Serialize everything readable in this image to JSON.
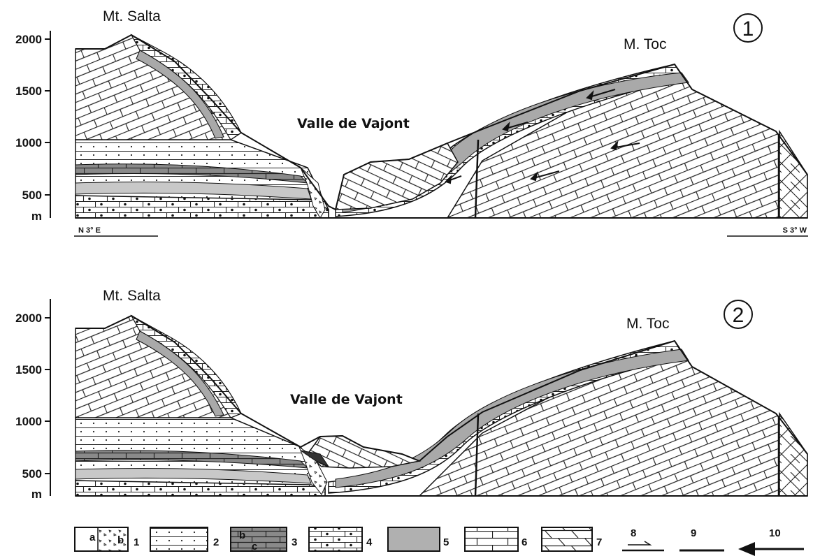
{
  "sections": [
    {
      "panel_number": "1",
      "left_peak": "Mt. Salta",
      "right_peak": "M. Toc",
      "valley": "Valle de Vajont",
      "y_ticks": [
        "2000",
        "1500",
        "1000",
        "500"
      ],
      "y_unit": "m",
      "left_orientation": "N 3° E",
      "right_orientation": "S 3° W"
    },
    {
      "panel_number": "2",
      "left_peak": "Mt. Salta",
      "right_peak": "M. Toc",
      "valley": "Valle de Vajont",
      "y_ticks": [
        "2000",
        "1500",
        "1000",
        "500"
      ],
      "y_unit": "m"
    }
  ],
  "legend": [
    {
      "number": "1",
      "letters": [
        "a",
        "b"
      ],
      "pattern": "breccia"
    },
    {
      "number": "2",
      "pattern": "dotted-sandstone"
    },
    {
      "number": "3",
      "letters": [
        "b",
        "c"
      ],
      "pattern": "grey-brick"
    },
    {
      "number": "4",
      "pattern": "dotted-limestone"
    },
    {
      "number": "5",
      "pattern": "grey-clay"
    },
    {
      "number": "6",
      "pattern": "limestone"
    },
    {
      "number": "7",
      "pattern": "dipping-limestone"
    },
    {
      "number": "8",
      "pattern": "fault-arrow"
    },
    {
      "number": "9",
      "pattern": "fault-line"
    },
    {
      "number": "10",
      "pattern": "slide-arrow"
    }
  ]
}
